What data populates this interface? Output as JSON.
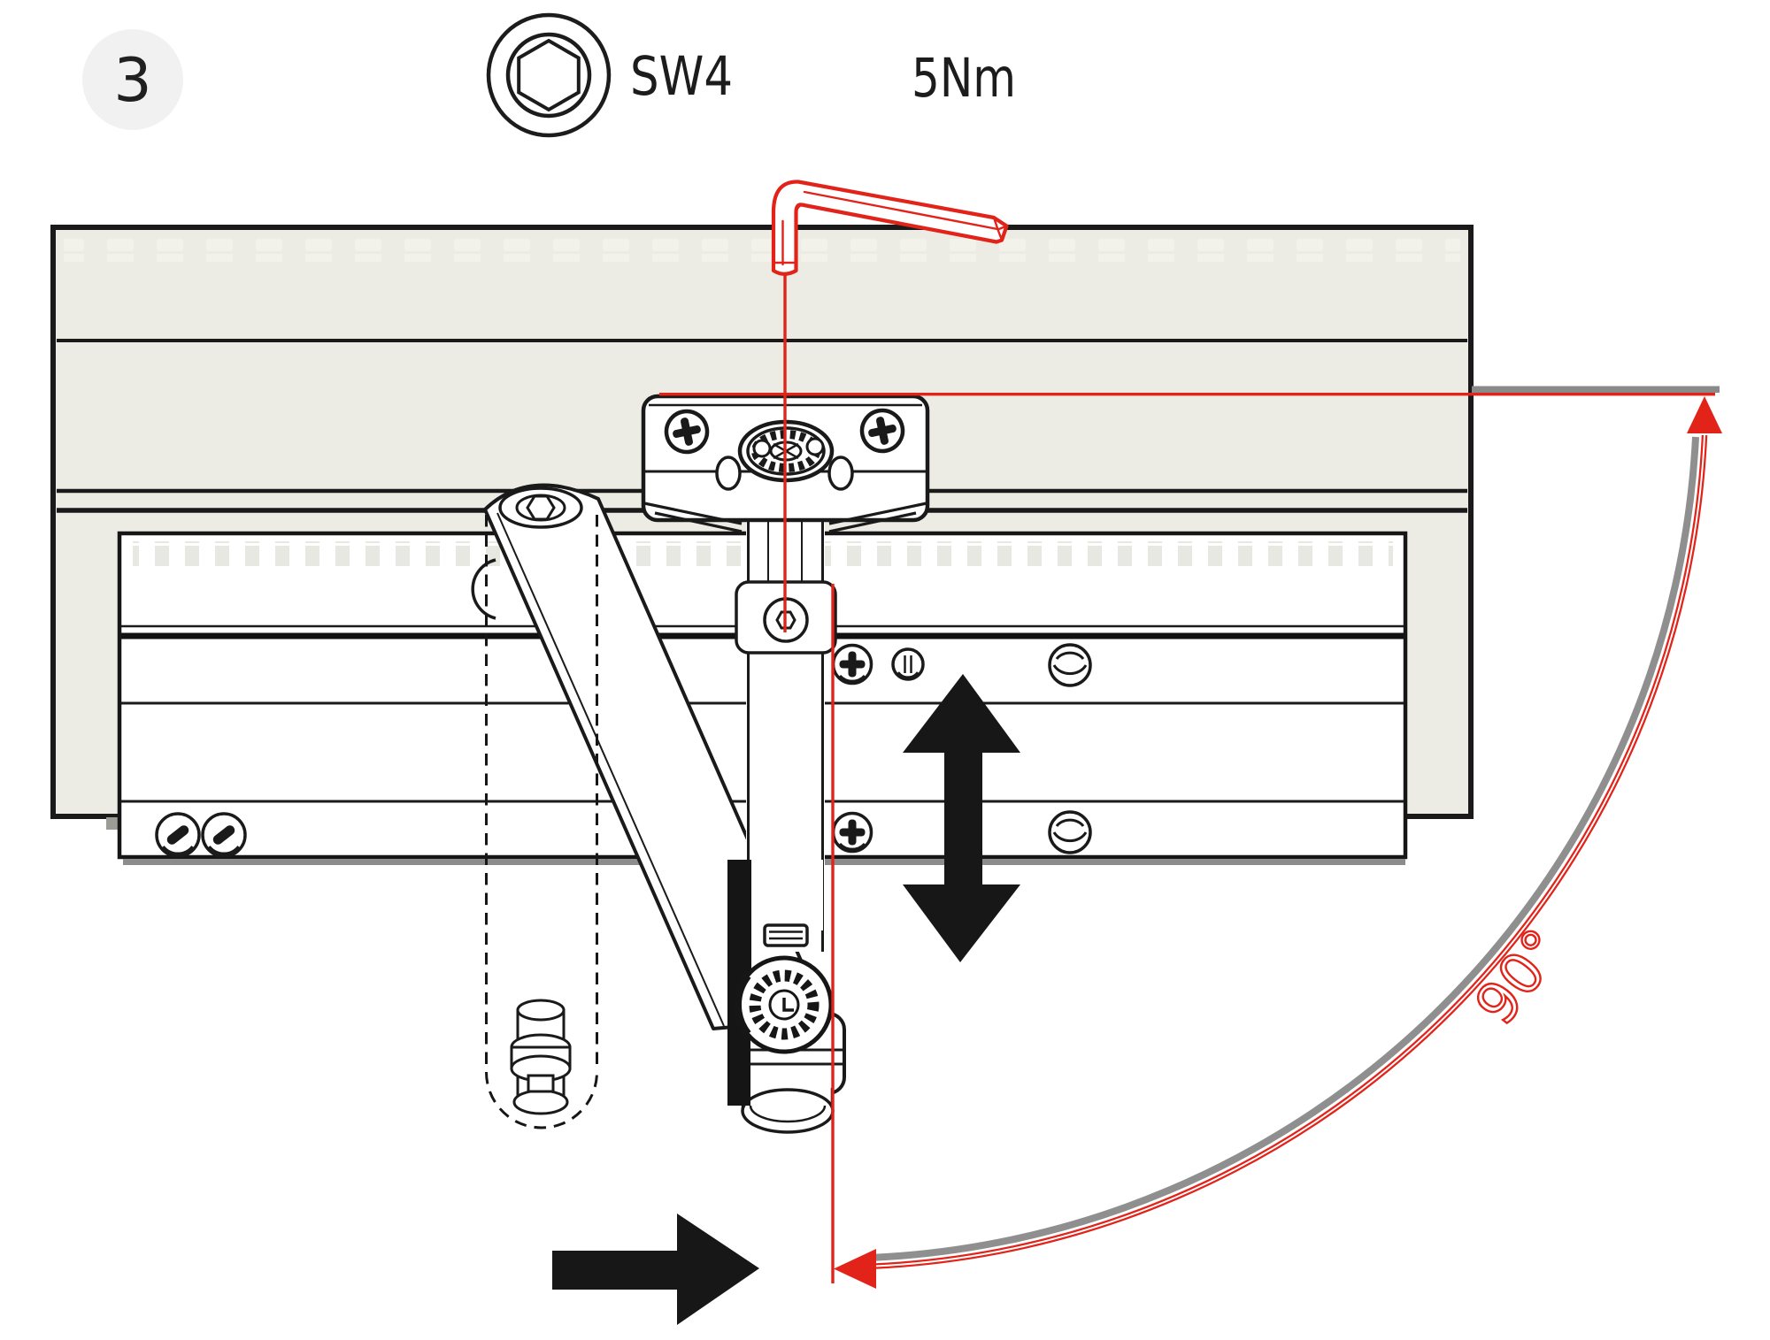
{
  "header": {
    "step_number": "3",
    "tool": {
      "icon": "hex-socket-icon",
      "size_label": "SW4"
    },
    "torque_label": "5Nm"
  },
  "diagram": {
    "angle_label": "90°",
    "icons": [
      "allen-key-icon",
      "up-down-arrow-icon",
      "push-right-arrow-icon",
      "rotation-arc"
    ],
    "colors": {
      "accent_red": "#e2231a",
      "panel_beige": "#edece4",
      "ink_black": "#1a1a1a",
      "shadow_gray": "#8a8a8a",
      "badge_gray": "#f1f1f1"
    }
  }
}
